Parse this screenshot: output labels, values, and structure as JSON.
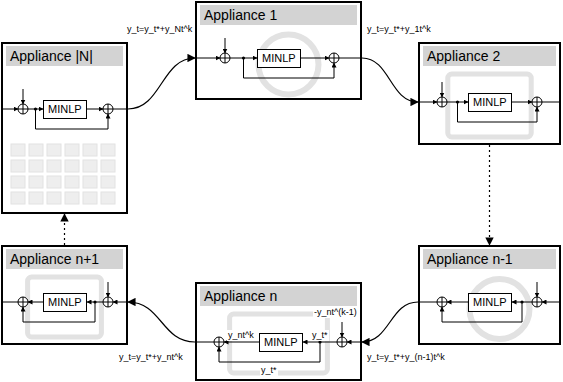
{
  "diagram": {
    "nodes": [
      {
        "text": [
          "Appliance |N|"
        ]
      },
      {
        "text": [
          "MINLP"
        ],
        "in": 0
      },
      {
        "text": [
          "Appliance 1"
        ]
      },
      {
        "text": [
          "MINLP"
        ],
        "in": 2
      },
      {
        "text": [
          "Appliance 2"
        ]
      },
      {
        "text": [
          "MINLP"
        ],
        "in": 4
      },
      {
        "text": [
          "Appliance n-1"
        ]
      },
      {
        "text": [
          "MINLP"
        ],
        "in": 6
      },
      {
        "text": [
          "Appliance n"
        ]
      },
      {
        "text": [
          "MINLP"
        ],
        "in": 8
      },
      {
        "text": [
          "Appliance n+1"
        ]
      },
      {
        "text": [
          "MINLP"
        ],
        "in": 10
      }
    ],
    "edges": [
      {
        "from": 0,
        "to": 2,
        "arrow": "to",
        "label": "y_t=y_t*+y_Nt^k"
      },
      {
        "from": 2,
        "to": 4,
        "arrow": "to",
        "label": "y_t=y_t*+y_1t^k"
      },
      {
        "from": 4,
        "to": 6,
        "arrow": "to"
      },
      {
        "from": 6,
        "to": 8,
        "arrow": "to",
        "label": "y_t=y_t*+y_(n-1)t^k"
      },
      {
        "from": 8,
        "to": 10,
        "arrow": "to",
        "label": "y_t=y_t*+y_nt^k"
      },
      {
        "from": 10,
        "to": 0,
        "arrow": "to"
      }
    ],
    "labels": [
      "y_nt^k",
      "-y_nt^(k-1)",
      "y_t*",
      "y_t*"
    ]
  }
}
